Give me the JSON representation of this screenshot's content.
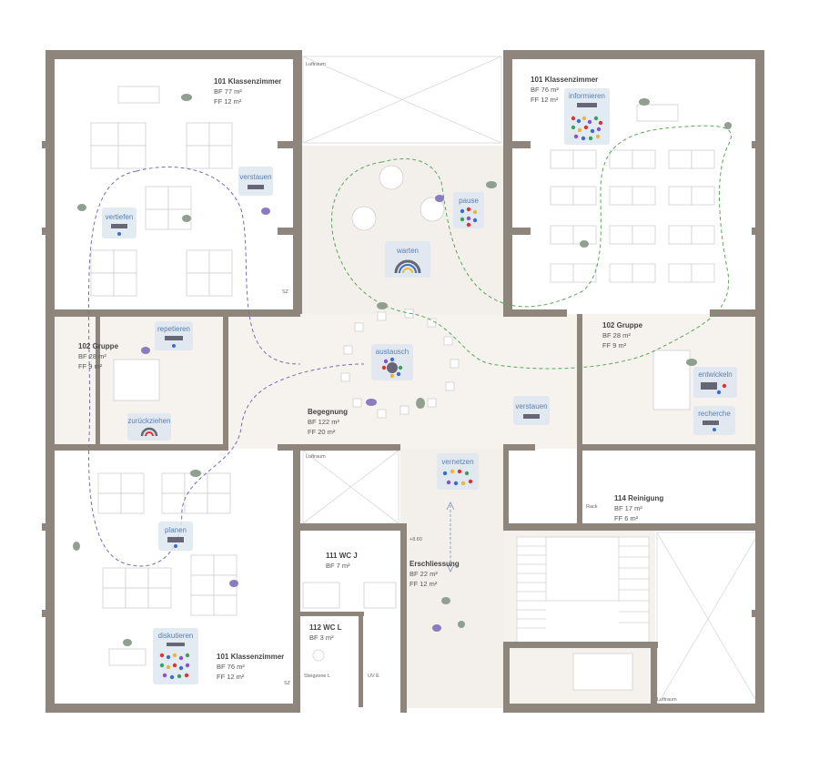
{
  "rooms": {
    "class_nw": {
      "name": "101 Klassenzimmer",
      "bf": "BF 77 m²",
      "ff": "FF 12 m²"
    },
    "class_ne": {
      "name": "101 Klassenzimmer",
      "bf": "BF 76 m²",
      "ff": "FF 12 m²"
    },
    "class_sw": {
      "name": "101 Klassenzimmer",
      "bf": "BF 76 m²",
      "ff": "FF 12 m²"
    },
    "group_w": {
      "name": "102 Gruppe",
      "bf": "BF 28 m²",
      "ff": "FF 9 m²"
    },
    "group_e": {
      "name": "102 Gruppe",
      "bf": "BF 28 m²",
      "ff": "FF 9 m²"
    },
    "begegnung": {
      "name": "Begegnung",
      "bf": "BF 122 m²",
      "ff": "FF 20 m²"
    },
    "reinigung": {
      "name": "114 Reinigung",
      "bf": "BF 17 m²",
      "ff": "FF 6 m²"
    },
    "erschliessung": {
      "name": "Erschliessung",
      "bf": "BF 22 m²",
      "ff": "FF 12 m²"
    },
    "wc_j": {
      "name": "111 WC J",
      "bf": "BF 7 m²"
    },
    "wc_l": {
      "name": "112 WC L",
      "bf": "BF 3 m²"
    }
  },
  "small_labels": {
    "luftraum_top": "Luftraum",
    "luftraum_mid": "Luftraum",
    "luftraum_br": "Luftraum",
    "sz_top": "SZ",
    "sz_bottom": "SZ",
    "rack": "Rack",
    "level": "+8.60",
    "steigzone": "Steigzone L",
    "uv": "UV E"
  },
  "tags": {
    "verstauen_nw": "verstauen",
    "vertiefen": "vertiefen",
    "informieren": "informieren",
    "pause": "pause",
    "warten": "warten",
    "repetieren": "repetieren",
    "austausch": "austausch",
    "zurueckziehen": "zurückziehen",
    "verstauen_c": "verstauen",
    "entwickeln": "entwickeln",
    "recherche": "recherche",
    "vernetzen": "vernetzen",
    "planen": "planen",
    "diskutieren": "diskutieren"
  },
  "colors": {
    "wall": "#8e857c",
    "floor_circulation": "#f3efeb",
    "path_purple": "#7a6bb5",
    "path_green": "#5aa85a",
    "tag_text": "#5b7fb0",
    "tag_box": "#dde6f0"
  }
}
